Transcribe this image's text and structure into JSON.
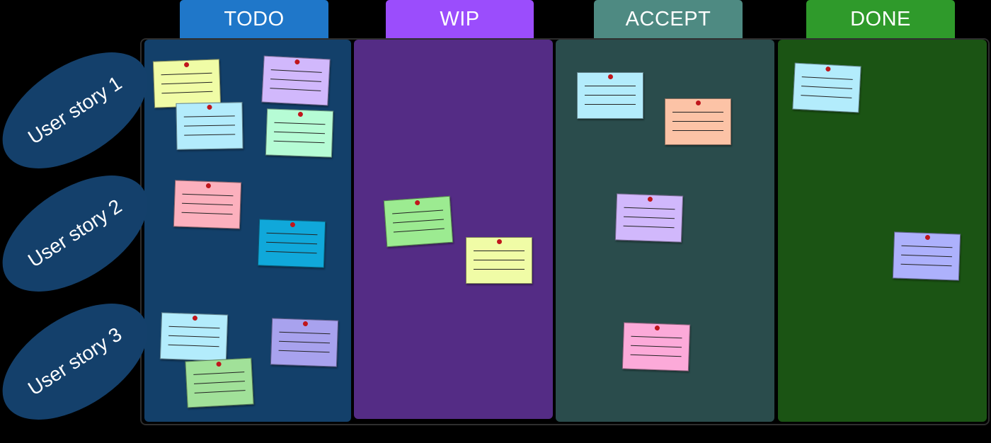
{
  "columns": [
    {
      "id": "todo",
      "label": "TODO",
      "header_color": "#1f77c9",
      "body_color": "#13406a"
    },
    {
      "id": "wip",
      "label": "WIP",
      "header_color": "#9b4dfc",
      "body_color": "#542c85"
    },
    {
      "id": "accept",
      "label": "ACCEPT",
      "header_color": "#4e8a82",
      "body_color": "#2a4c4c"
    },
    {
      "id": "done",
      "label": "DONE",
      "header_color": "#2f9a2b",
      "body_color": "#1b5414"
    }
  ],
  "stories": [
    {
      "label": "User story 1"
    },
    {
      "label": "User story 2"
    },
    {
      "label": "User story 3"
    }
  ],
  "notes": [
    {
      "column": "todo",
      "story": 1,
      "color": "#f0fca6"
    },
    {
      "column": "todo",
      "story": 1,
      "color": "#b3ecfc"
    },
    {
      "column": "todo",
      "story": 1,
      "color": "#d1b8fc"
    },
    {
      "column": "todo",
      "story": 1,
      "color": "#b6fcd5"
    },
    {
      "column": "todo",
      "story": 2,
      "color": "#fcb0bd"
    },
    {
      "column": "todo",
      "story": 2,
      "color": "#10a8da"
    },
    {
      "column": "todo",
      "story": 3,
      "color": "#b3ecfc"
    },
    {
      "column": "todo",
      "story": 3,
      "color": "#a8a2ee"
    },
    {
      "column": "todo",
      "story": 3,
      "color": "#a1e199"
    },
    {
      "column": "wip",
      "story": 2,
      "color": "#9ceb91"
    },
    {
      "column": "wip",
      "story": 2,
      "color": "#f0fca6"
    },
    {
      "column": "accept",
      "story": 1,
      "color": "#b3ecfc"
    },
    {
      "column": "accept",
      "story": 1,
      "color": "#fcc3a6"
    },
    {
      "column": "accept",
      "story": 2,
      "color": "#d1b8fc"
    },
    {
      "column": "accept",
      "story": 3,
      "color": "#fcaad9"
    },
    {
      "column": "done",
      "story": 1,
      "color": "#b3ecfc"
    },
    {
      "column": "done",
      "story": 2,
      "color": "#adb1fc"
    }
  ]
}
